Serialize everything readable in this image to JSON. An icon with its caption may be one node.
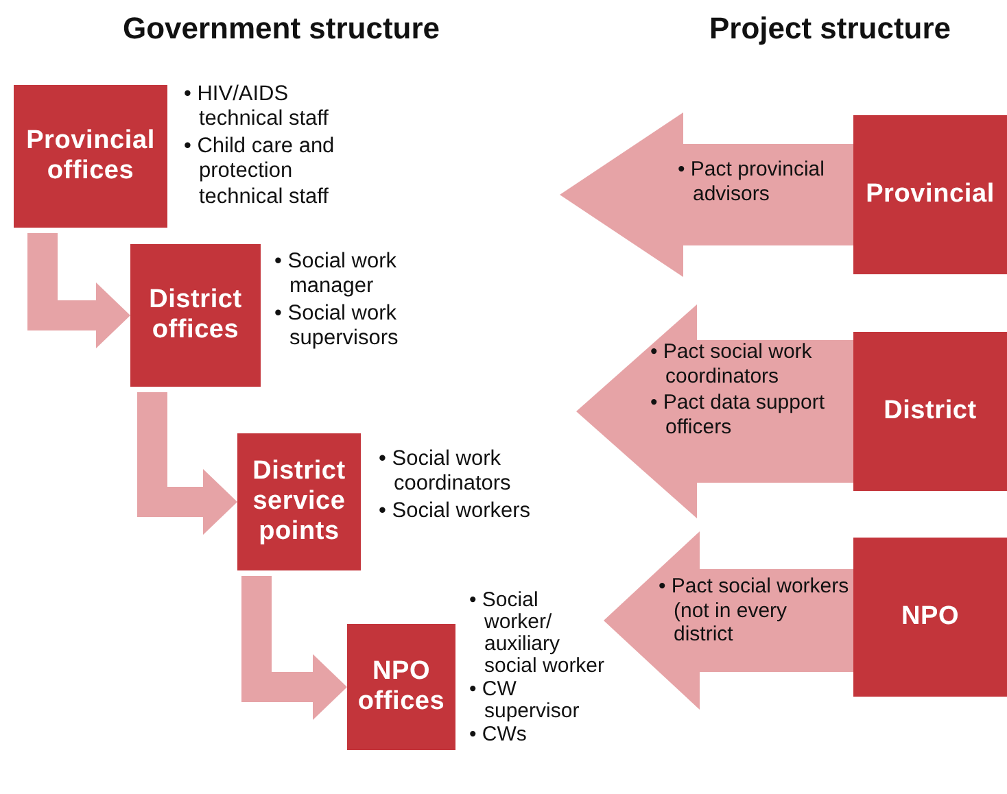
{
  "diagram": {
    "nodes": [
      {
        "text": [
          "Provincial offices"
        ],
        "beside": [
          "• HIV/AIDS technical staff",
          "• Child care and protection technical staff"
        ]
      },
      {
        "text": [
          "District offices"
        ],
        "beside": [
          "• Social work manager",
          "• Social work supervisors"
        ]
      },
      {
        "text": [
          "District service points"
        ],
        "beside": [
          "• Social work coordinators",
          "• Social workers"
        ]
      },
      {
        "text": [
          "NPO offices"
        ],
        "beside": [
          "• Social worker/ auxiliary social worker",
          "• CW supervisor",
          "• CWs"
        ]
      },
      {
        "text": [
          "Provincial"
        ]
      },
      {
        "text": [
          "District"
        ]
      },
      {
        "text": [
          "NPO"
        ]
      },
      {
        "text": [
          "• Pact provincial advisors"
        ]
      },
      {
        "text": [
          "• Pact social work coordinators",
          "• Pact data support officers"
        ]
      },
      {
        "text": [
          "• Pact social workers (not in every district"
        ]
      }
    ],
    "edges": [
      {
        "from": 0,
        "to": 1,
        "arrow": "to"
      },
      {
        "from": 1,
        "to": 2,
        "arrow": "to"
      },
      {
        "from": 2,
        "to": 3,
        "arrow": "to"
      },
      {
        "from": 4,
        "to": 7,
        "arrow": "to",
        "style": "thick"
      },
      {
        "from": 5,
        "to": 8,
        "arrow": "to",
        "style": "thick"
      },
      {
        "from": 6,
        "to": 9,
        "arrow": "to",
        "style": "thick"
      }
    ],
    "labels": [
      "Government structure",
      "Project structure"
    ]
  }
}
